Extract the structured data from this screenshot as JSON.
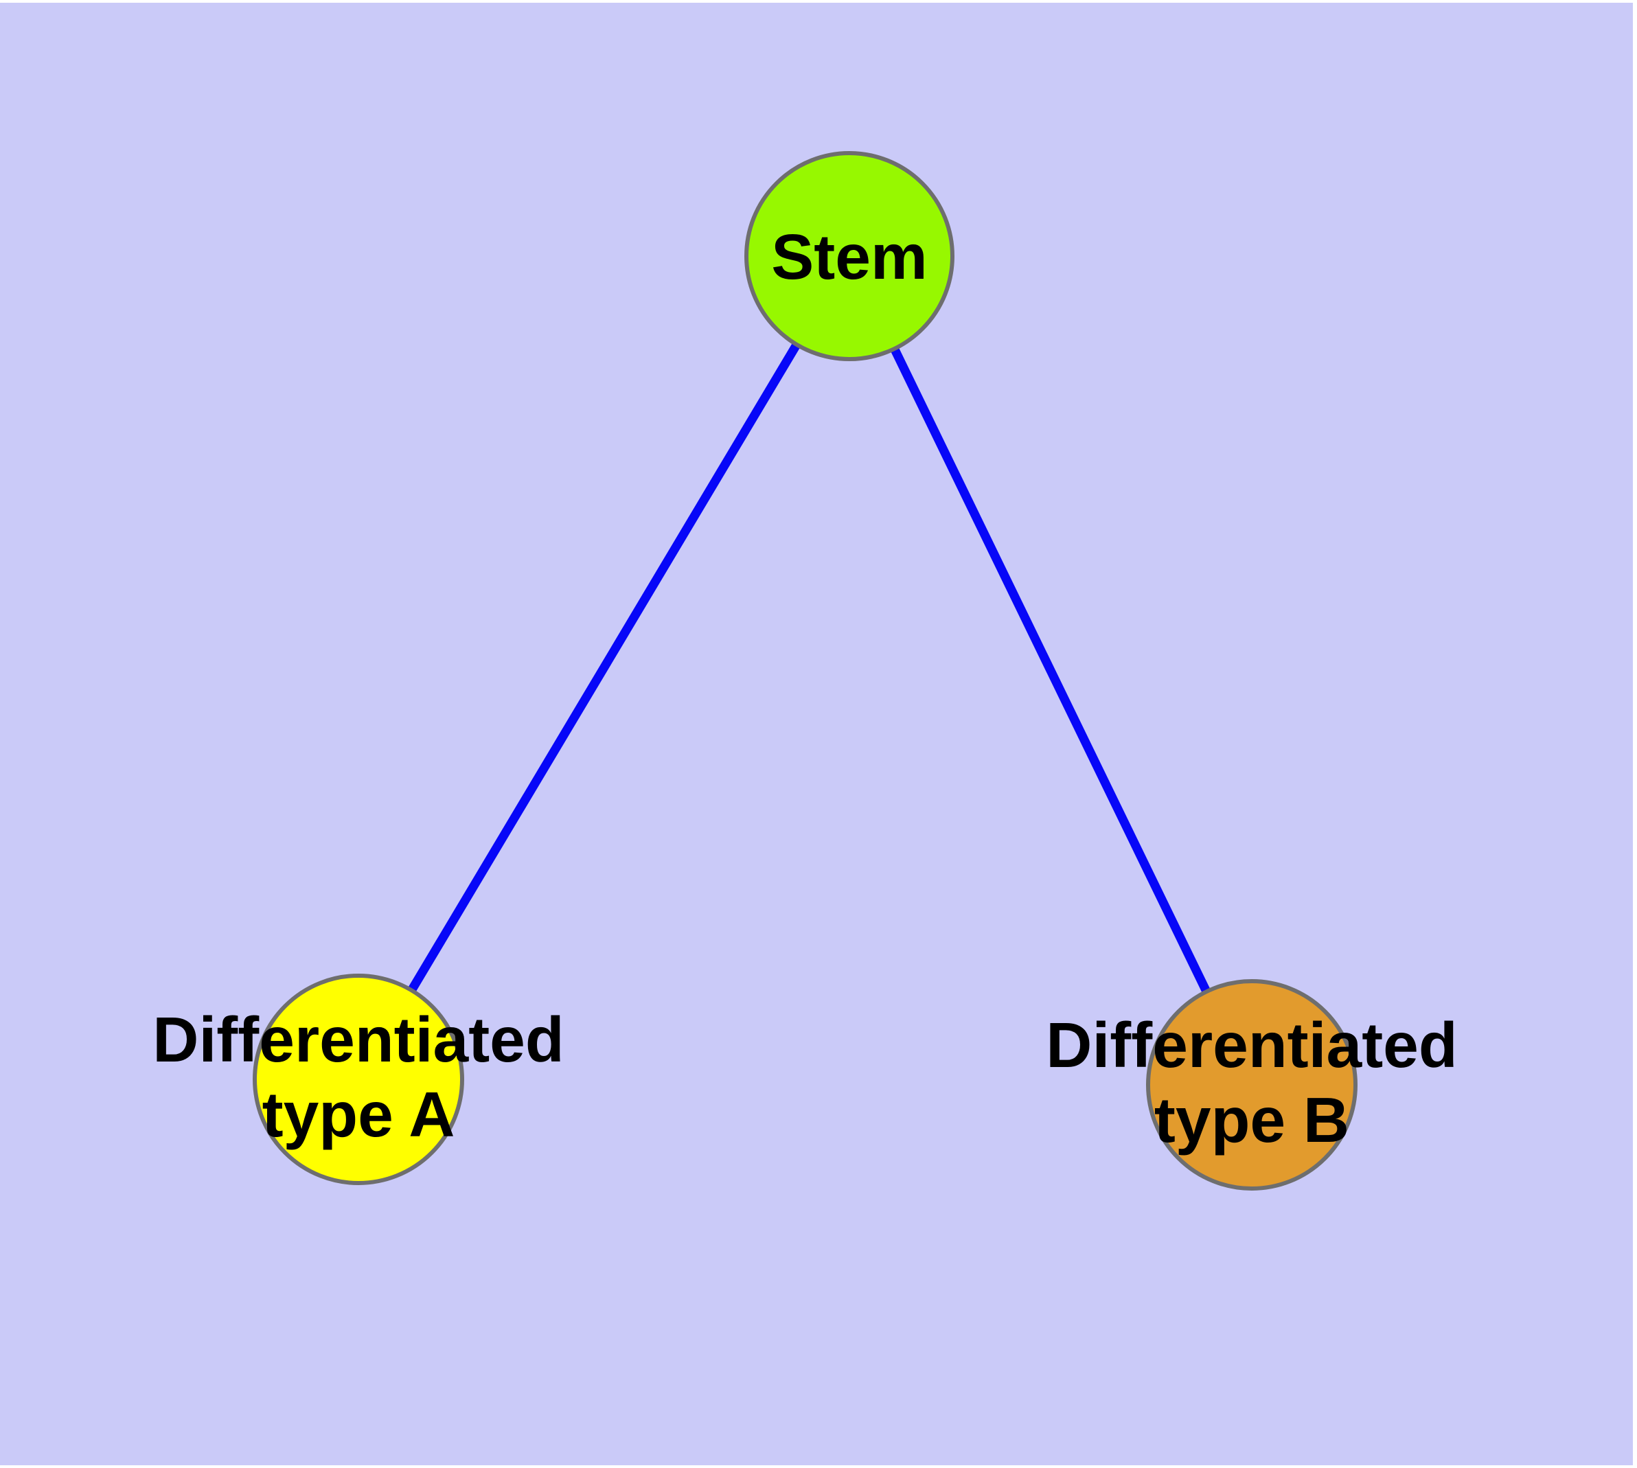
{
  "diagram": {
    "type": "graph",
    "background_color": "#CACAF8",
    "margin_color": "#FFFFFF",
    "edge_color": "#0707F8",
    "node_border_color": "#6E6E6E",
    "label_color": "#000000",
    "nodes": {
      "stem": {
        "label": "Stem",
        "fill": "#97F800"
      },
      "type_a": {
        "label_line1": "Differentiated",
        "label_line2": "type A",
        "fill": "#FFFF00"
      },
      "type_b": {
        "label_line1": "Differentiated",
        "label_line2": "type B",
        "fill": "#E29B2D"
      }
    },
    "edges": [
      {
        "from": "Stem",
        "to": "Differentiated type A"
      },
      {
        "from": "Stem",
        "to": "Differentiated type B"
      }
    ]
  }
}
